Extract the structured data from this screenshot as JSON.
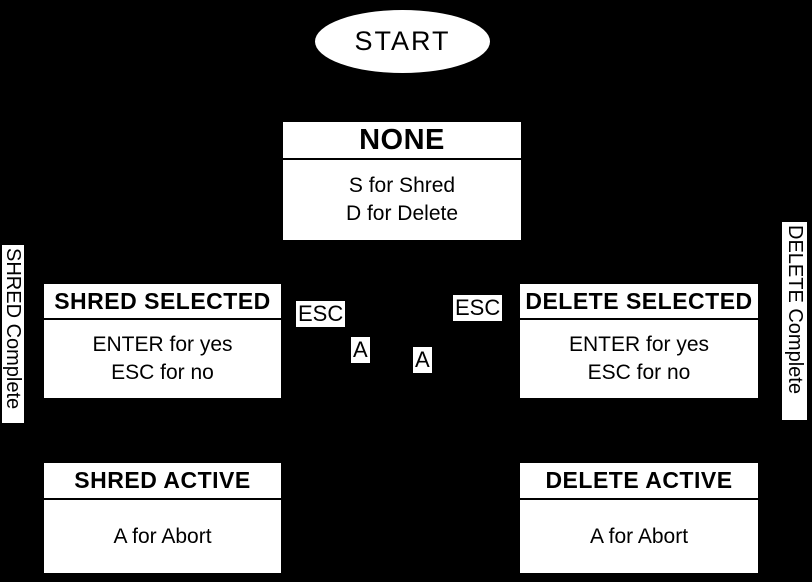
{
  "diagram": {
    "colors": {
      "background": "#000000",
      "node_fill": "#ffffff",
      "text": "#000000"
    },
    "start_node": {
      "label": "START"
    },
    "nodes": [
      {
        "id": "none",
        "title": "NONE",
        "lines": [
          "S for Shred",
          "D for Delete"
        ]
      },
      {
        "id": "shred-selected",
        "title": "SHRED SELECTED",
        "lines": [
          "ENTER for yes",
          "ESC for no"
        ]
      },
      {
        "id": "delete-selected",
        "title": "DELETE SELECTED",
        "lines": [
          "ENTER for yes",
          "ESC for no"
        ]
      },
      {
        "id": "shred-active",
        "title": "SHRED ACTIVE",
        "lines": [
          "A for Abort"
        ]
      },
      {
        "id": "delete-active",
        "title": "DELETE ACTIVE",
        "lines": [
          "A for Abort"
        ]
      }
    ],
    "edge_labels": {
      "esc_left": "ESC",
      "esc_right": "ESC",
      "a_left": "A",
      "a_right": "A"
    },
    "side_labels": {
      "left": "SHRED Complete",
      "right": "DELETE Complete"
    }
  }
}
